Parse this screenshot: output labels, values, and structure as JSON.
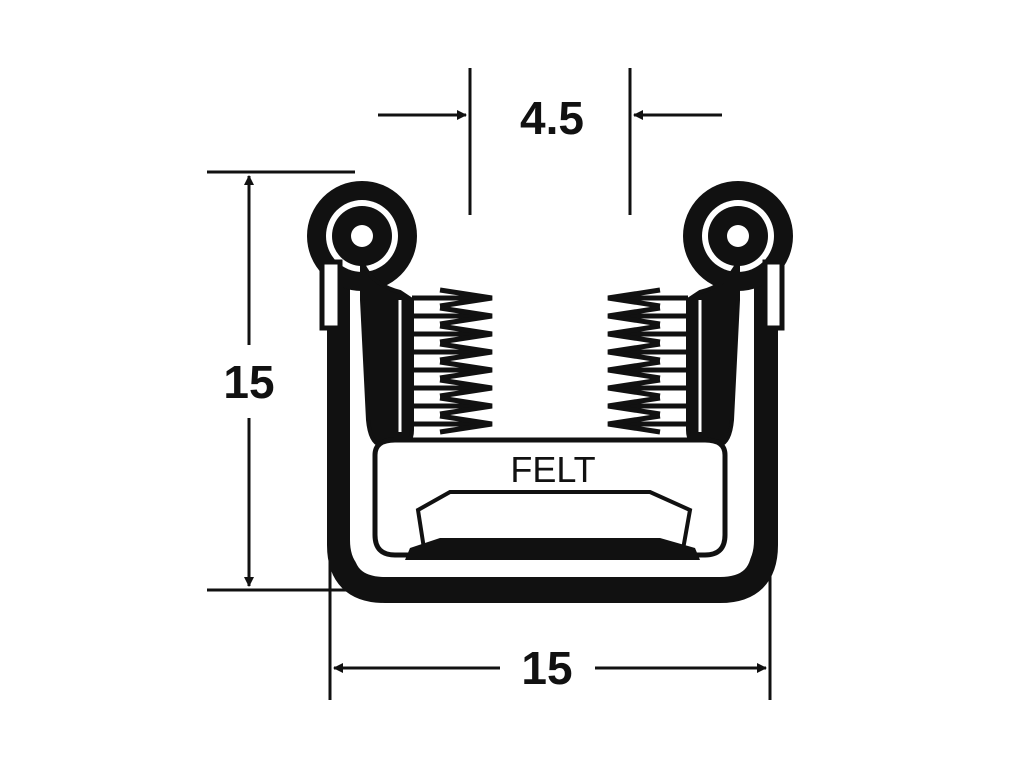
{
  "labels": {
    "gap_width": "4.5",
    "height": "15",
    "width": "15",
    "felt": "FELT"
  },
  "colors": {
    "ink": "#111111",
    "paper": "#ffffff"
  }
}
